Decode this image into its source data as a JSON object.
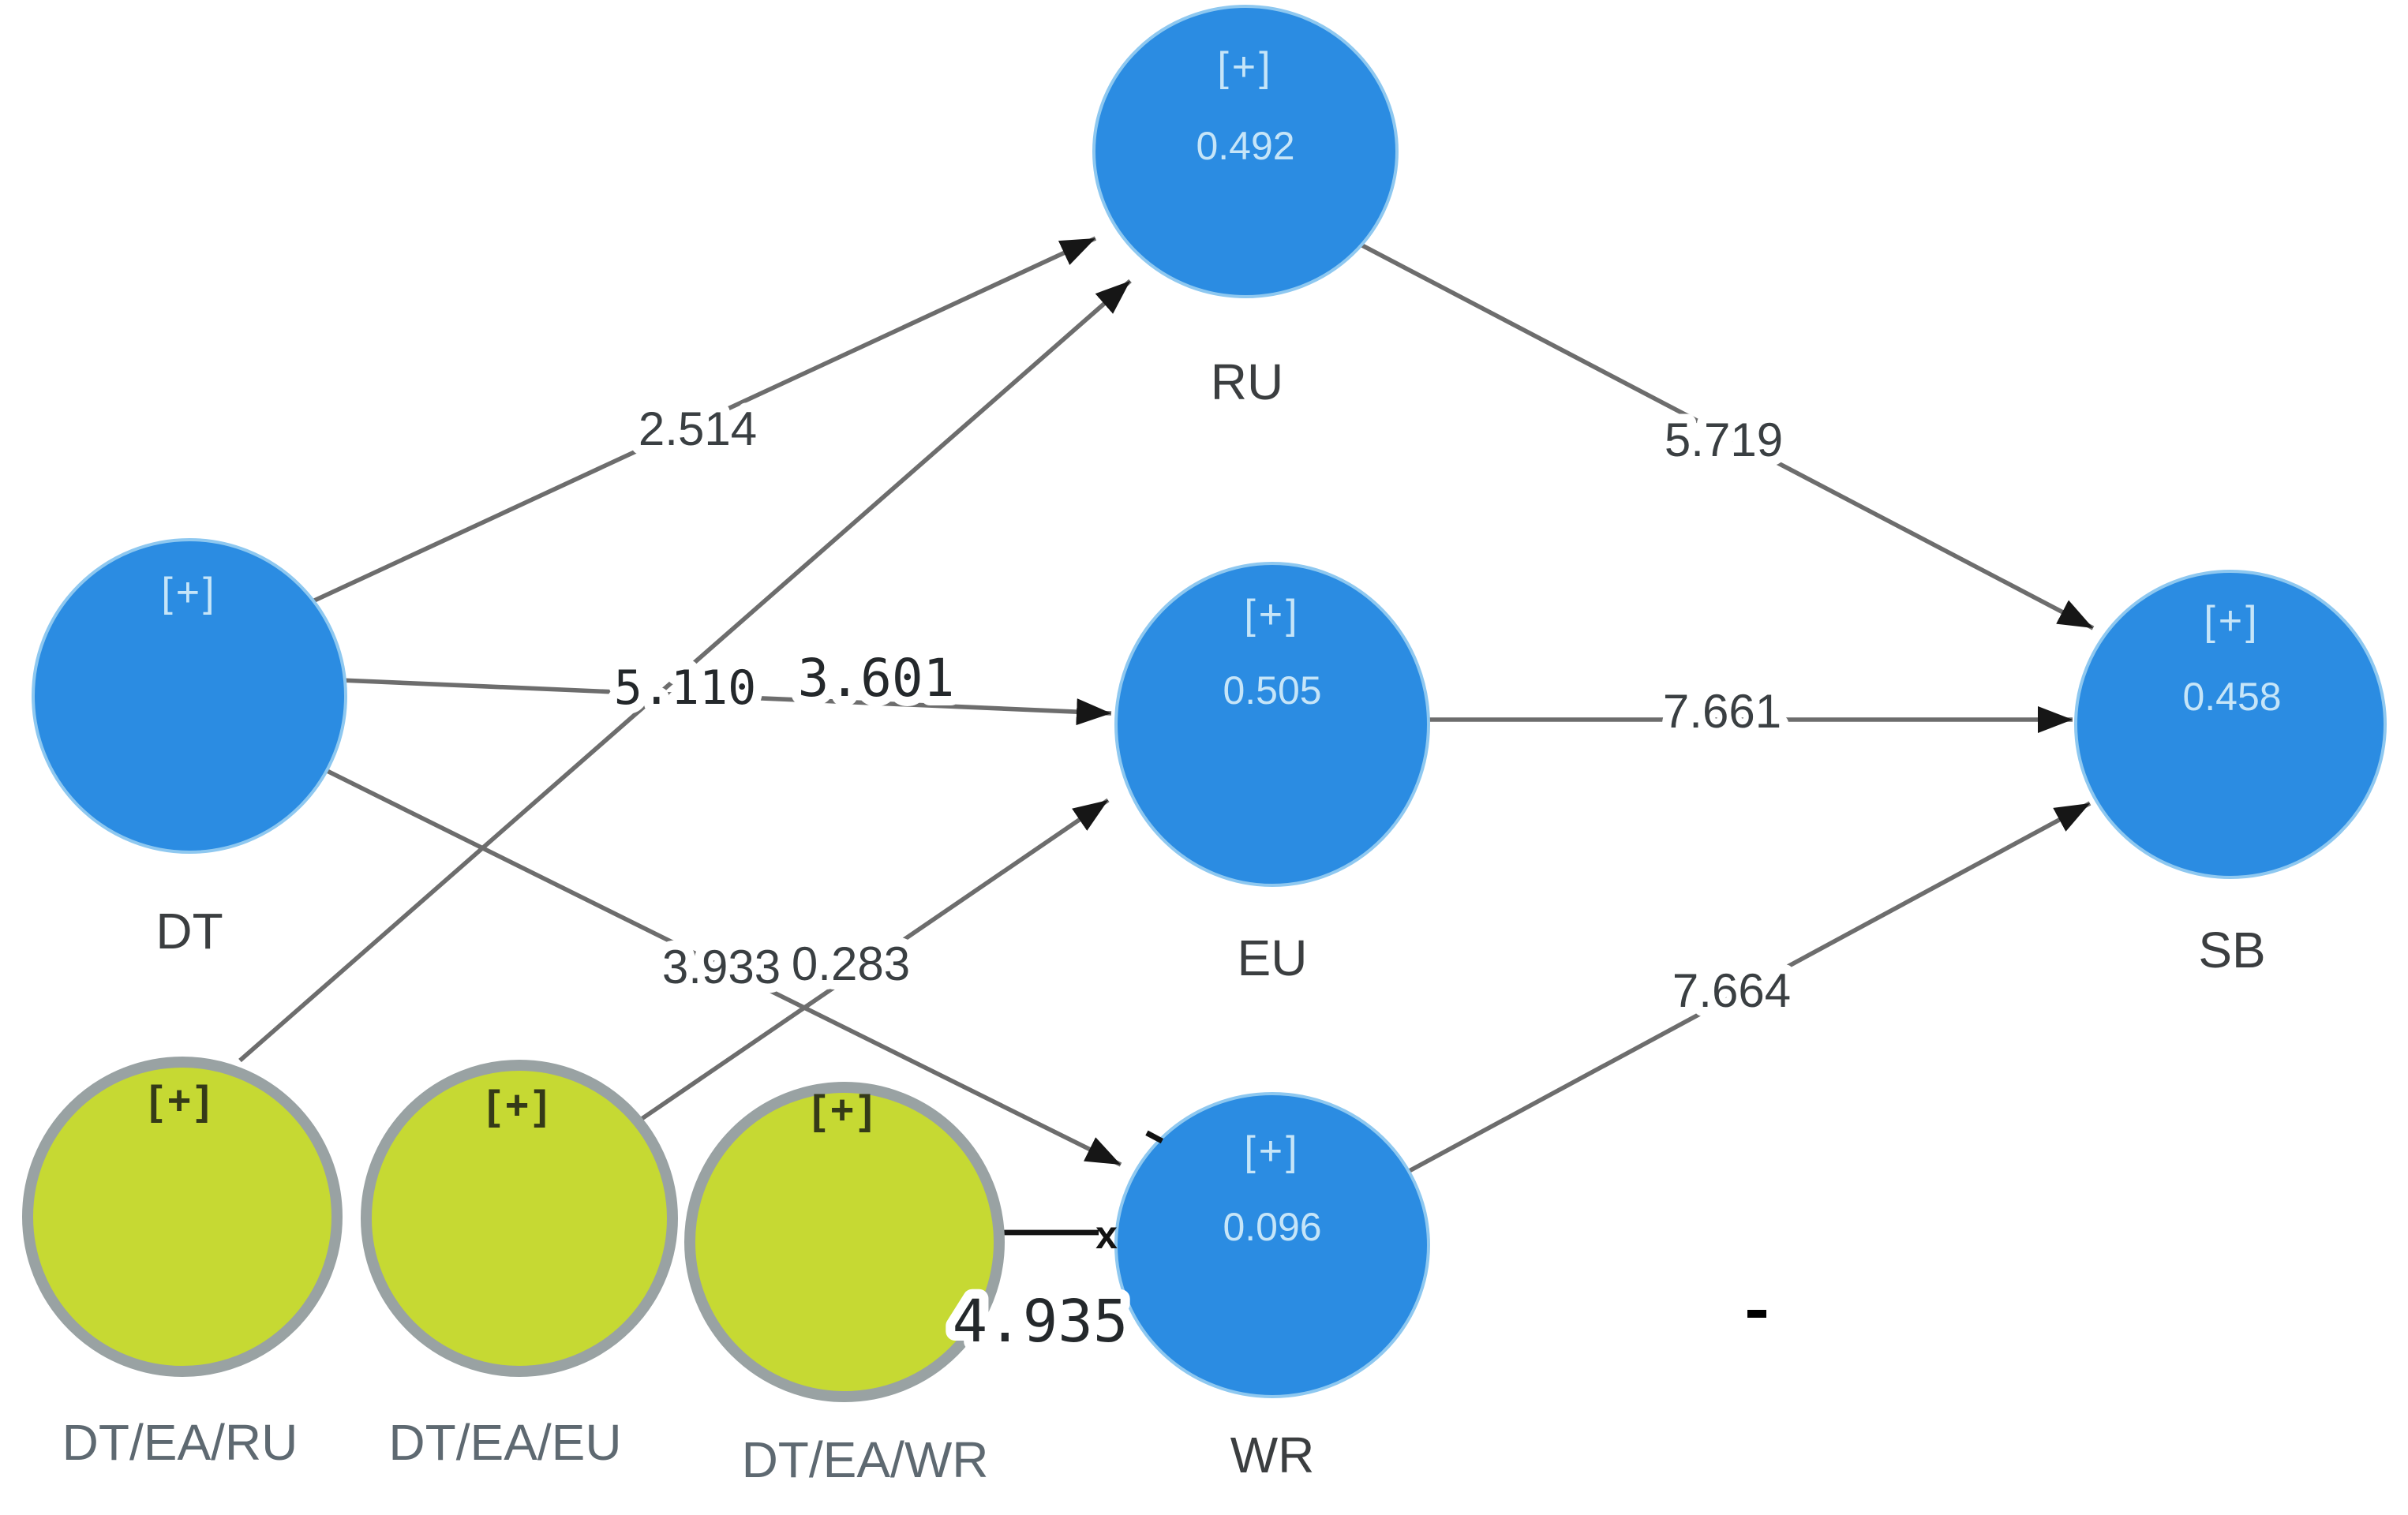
{
  "colors": {
    "node_blue": "#2b8ce2",
    "node_green": "#c6d933",
    "green_ring": "#99a2a3",
    "line": "#6d6d6d"
  },
  "glyphs": {
    "expand": "[+]",
    "x_end": "x"
  },
  "nodes": {
    "dt": {
      "label": "DT"
    },
    "ru": {
      "label": "RU",
      "value": "0.492"
    },
    "eu": {
      "label": "EU",
      "value": "0.505"
    },
    "wr": {
      "label": "WR",
      "value": "0.096"
    },
    "sb": {
      "label": "SB",
      "value": "0.458"
    },
    "dt_ea_ru": {
      "label": "DT/EA/RU"
    },
    "dt_ea_eu": {
      "label": "DT/EA/EU"
    },
    "dt_ea_wr": {
      "label": "DT/EA/WR"
    }
  },
  "paths": {
    "dt_ru": {
      "from": "DT",
      "to": "RU",
      "value": "2.514"
    },
    "dt_eu": {
      "from": "DT",
      "to": "EU",
      "value": "3.601"
    },
    "dt_wr": {
      "from": "DT",
      "to": "WR",
      "value": "3.933"
    },
    "dtearu_ru": {
      "from": "DT/EA/RU",
      "to": "RU",
      "value": "5.110"
    },
    "dteaeu_eu": {
      "from": "DT/EA/EU",
      "to": "EU",
      "value": "0.283"
    },
    "dteawr_wr": {
      "from": "DT/EA/WR",
      "to": "WR",
      "value": "4.935"
    },
    "ru_sb": {
      "from": "RU",
      "to": "SB",
      "value": "5.719"
    },
    "eu_sb": {
      "from": "EU",
      "to": "SB",
      "value": "7.661"
    },
    "wr_sb": {
      "from": "WR",
      "to": "SB",
      "value": "7.664"
    }
  }
}
